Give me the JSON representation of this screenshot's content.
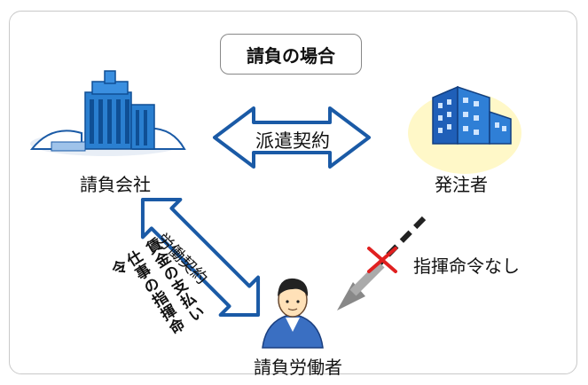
{
  "title": "請負の場合",
  "entities": {
    "contractor": "請負会社",
    "client": "発注者",
    "worker": "請負労働者"
  },
  "relations": {
    "dispatch_contract": "派遣契約",
    "labor_contract": "労働契約",
    "no_instruction": "指揮命令なし",
    "side_note_lines": [
      "仕事の指揮命令",
      "賃金の支払い"
    ]
  },
  "colors": {
    "arrow_blue": "#1a5aa6",
    "building_blue": "#2a7fd0",
    "cross_red": "#e02020"
  }
}
